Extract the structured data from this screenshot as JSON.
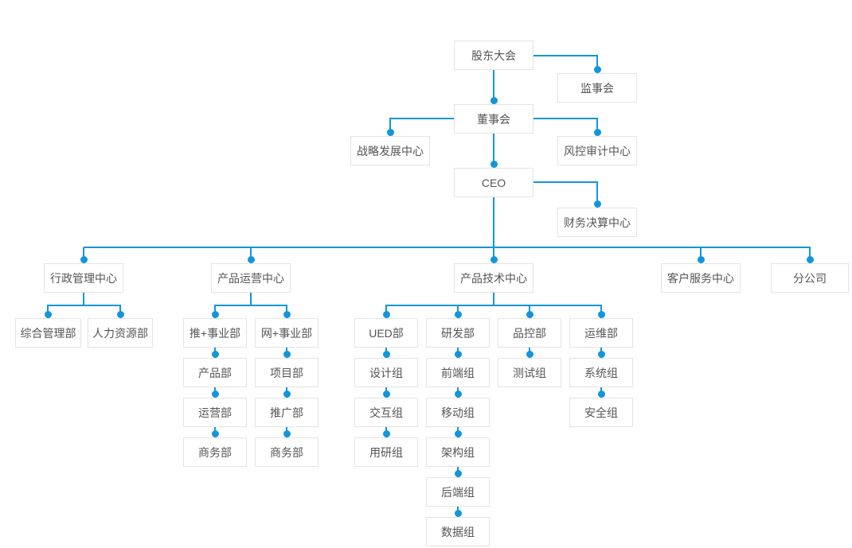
{
  "chart_title": "",
  "colors": {
    "connector": "#1296db",
    "node_border": "#e4e4e4",
    "node_text": "#555555",
    "background": "#ffffff"
  },
  "nodes": {
    "shareholders_meeting": "股东大会",
    "supervisory_board": "监事会",
    "board_of_directors": "董事会",
    "strategy_dev_center": "战略发展中心",
    "risk_audit_center": "风控审计中心",
    "ceo": "CEO",
    "finance_center": "财务决算中心",
    "admin_mgmt_center": "行政管理中心",
    "product_ops_center": "产品运营中心",
    "product_tech_center": "产品技术中心",
    "customer_service_center": "客户服务中心",
    "branch_company": "分公司",
    "general_mgmt_dept": "综合管理部",
    "hr_dept": "人力资源部",
    "tui_business_unit": "推+事业部",
    "wang_business_unit": "网+事业部",
    "ued_dept": "UED部",
    "rnd_dept": "研发部",
    "qc_dept": "品控部",
    "om_dept": "运维部",
    "product_dept": "产品部",
    "project_dept": "项目部",
    "design_group": "设计组",
    "frontend_group": "前端组",
    "test_group": "测试组",
    "system_group": "系统组",
    "operation_dept": "运营部",
    "promotion_dept": "推广部",
    "interaction_group": "交互组",
    "mobile_group": "移动组",
    "security_group": "安全组",
    "business_dept_tui": "商务部",
    "business_dept_wang": "商务部",
    "user_research_group": "用研组",
    "architecture_group": "架构组",
    "backend_group": "后端组",
    "data_group": "数据组"
  },
  "edges": [
    [
      "shareholders_meeting",
      "supervisory_board"
    ],
    [
      "shareholders_meeting",
      "board_of_directors"
    ],
    [
      "board_of_directors",
      "strategy_dev_center"
    ],
    [
      "board_of_directors",
      "risk_audit_center"
    ],
    [
      "board_of_directors",
      "ceo"
    ],
    [
      "ceo",
      "finance_center"
    ],
    [
      "ceo",
      "admin_mgmt_center"
    ],
    [
      "ceo",
      "product_ops_center"
    ],
    [
      "ceo",
      "product_tech_center"
    ],
    [
      "ceo",
      "customer_service_center"
    ],
    [
      "ceo",
      "branch_company"
    ],
    [
      "admin_mgmt_center",
      "general_mgmt_dept"
    ],
    [
      "admin_mgmt_center",
      "hr_dept"
    ],
    [
      "product_ops_center",
      "tui_business_unit"
    ],
    [
      "product_ops_center",
      "wang_business_unit"
    ],
    [
      "tui_business_unit",
      "product_dept"
    ],
    [
      "product_dept",
      "operation_dept"
    ],
    [
      "operation_dept",
      "business_dept_tui"
    ],
    [
      "wang_business_unit",
      "project_dept"
    ],
    [
      "project_dept",
      "promotion_dept"
    ],
    [
      "promotion_dept",
      "business_dept_wang"
    ],
    [
      "product_tech_center",
      "ued_dept"
    ],
    [
      "product_tech_center",
      "rnd_dept"
    ],
    [
      "product_tech_center",
      "qc_dept"
    ],
    [
      "product_tech_center",
      "om_dept"
    ],
    [
      "ued_dept",
      "design_group"
    ],
    [
      "design_group",
      "interaction_group"
    ],
    [
      "interaction_group",
      "user_research_group"
    ],
    [
      "rnd_dept",
      "frontend_group"
    ],
    [
      "frontend_group",
      "mobile_group"
    ],
    [
      "mobile_group",
      "architecture_group"
    ],
    [
      "architecture_group",
      "backend_group"
    ],
    [
      "backend_group",
      "data_group"
    ],
    [
      "qc_dept",
      "test_group"
    ],
    [
      "om_dept",
      "system_group"
    ],
    [
      "system_group",
      "security_group"
    ]
  ]
}
